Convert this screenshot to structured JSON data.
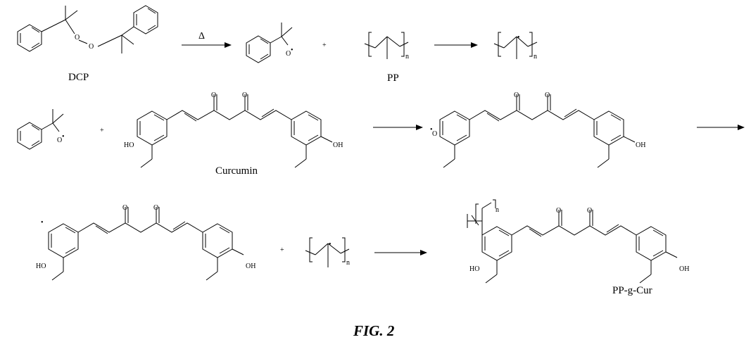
{
  "labels": {
    "dcp": "DCP",
    "pp": "PP",
    "curcumin": "Curcumin",
    "product": "PP-g-Cur",
    "figure": "FIG. 2",
    "heat": "Δ"
  },
  "atoms": {
    "o": "O",
    "oh": "OH",
    "ho": "HO",
    "n": "n",
    "plus": "+",
    "radical": "•"
  }
}
